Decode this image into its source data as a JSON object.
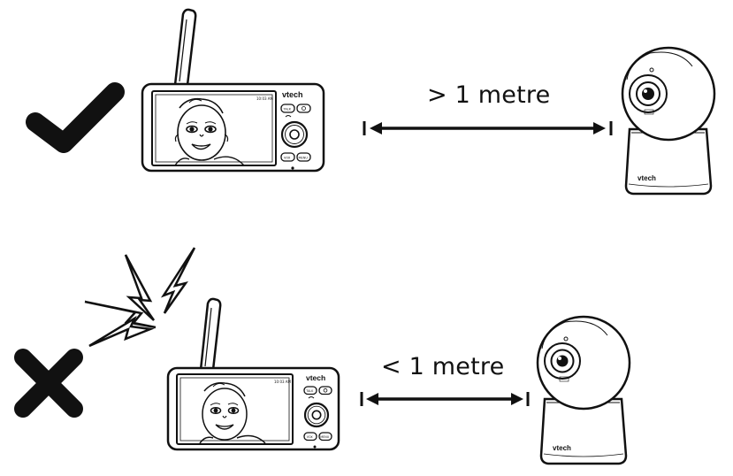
{
  "distance_labels": {
    "correct": "> 1 metre",
    "incorrect": "< 1 metre"
  },
  "brand": "vtech",
  "monitor_labels": {
    "talk": "TALK",
    "vox": "VOX",
    "menu": "MENU",
    "time_top": "10:03 AM",
    "time_bottom": "10:03 AM"
  },
  "icons": {
    "correct": "checkmark-icon",
    "incorrect": "cross-icon",
    "interference": "lightning-bolt-icon"
  },
  "colors": {
    "ink": "#111111",
    "background": "#ffffff"
  }
}
